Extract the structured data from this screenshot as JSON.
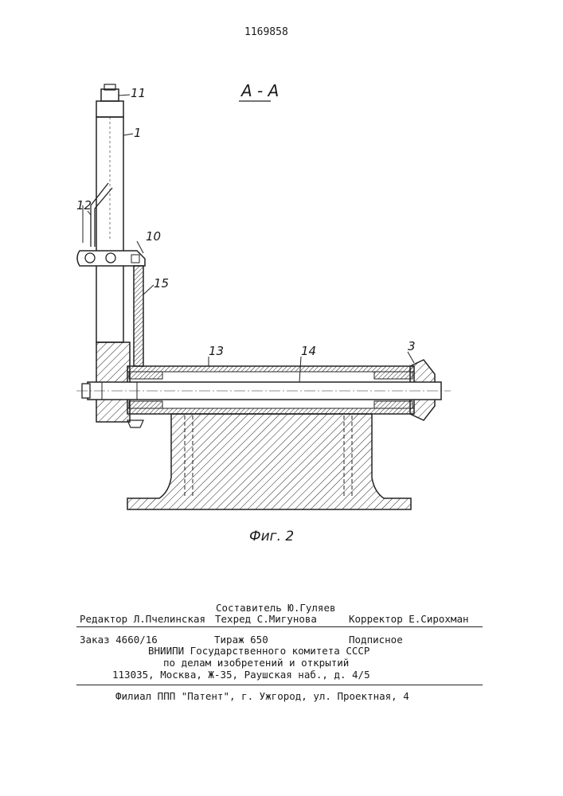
{
  "patent_number": "1169858",
  "section_label": "А - А",
  "figure_caption": "Фиг. 2",
  "part_labels": {
    "p11": "11",
    "p1": "1",
    "p12": "12",
    "p10": "10",
    "p15": "15",
    "p13": "13",
    "p14": "14",
    "p3": "3"
  },
  "footer": {
    "compiler": "Составитель Ю.Гуляев",
    "editor": "Редактор Л.Пчелинская",
    "techred": "Техред С.Мигунова",
    "corrector": "Корректор Е.Сирохман",
    "order": "Заказ 4660/16",
    "circulation": "Тираж 650",
    "subscription": "Подписное",
    "org_line1": "ВНИИПИ Государственного комитета СССР",
    "org_line2": "по делам изобретений и открытий",
    "address": "113035, Москва, Ж-35, Раушская наб., д. 4/5",
    "branch": "Филиал ППП \"Патент\", г. Ужгород, ул. Проектная, 4"
  }
}
